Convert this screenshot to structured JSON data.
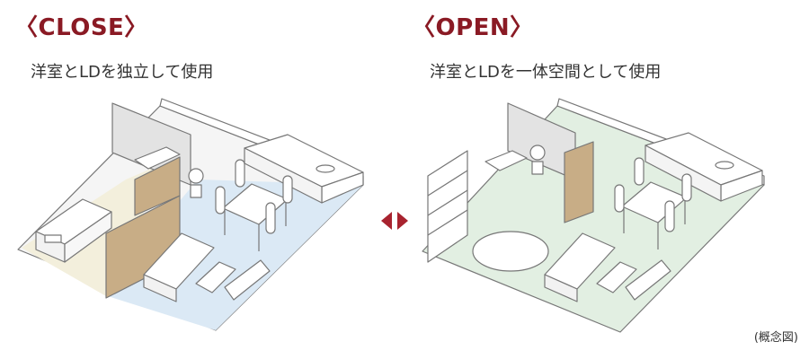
{
  "close": {
    "title": "〈CLOSE〉",
    "subtitle": "洋室とLDを独立して使用"
  },
  "open": {
    "title": "〈OPEN〉",
    "subtitle": "洋室とLDを一体空間として使用"
  },
  "note": "(概念図)",
  "colors": {
    "title": "#8a1a24",
    "close_floor_ld": "#dbe9f5",
    "close_floor_room": "#f3efdc",
    "open_floor": "#e2efe2",
    "partition": "#c8ad86",
    "arrow": "#a8232f",
    "wall": "#e3e3e3"
  },
  "arrow_icon": "double-arrow-icon"
}
